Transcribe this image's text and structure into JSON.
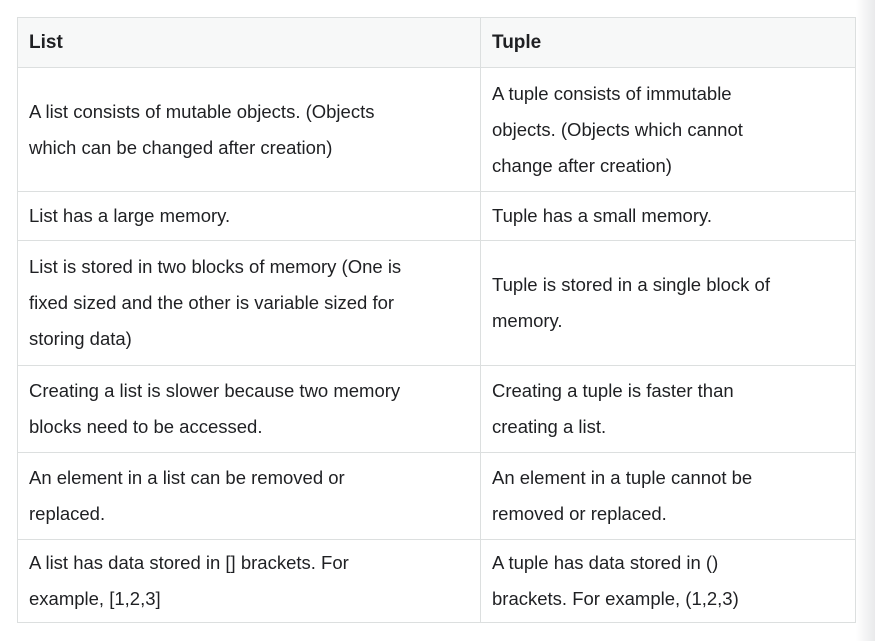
{
  "page": {
    "background": "#ffffff",
    "edge_shadow_color": "#e9eaeb"
  },
  "table": {
    "header_bg": "#f7f8f8",
    "border_color": "#dcdfdf",
    "text_color": "#1f2023",
    "headers": [
      "List",
      "Tuple"
    ],
    "rows": [
      {
        "list": "A list consists of mutable objects. (Objects\nwhich can be changed after creation)",
        "tuple": "A tuple consists of immutable\nobjects. (Objects which cannot\nchange after creation)"
      },
      {
        "list": "List has a large memory.",
        "tuple": "Tuple has a small memory."
      },
      {
        "list": "List is stored in two blocks of memory (One is\nfixed sized and the other is variable sized for\nstoring data)",
        "tuple": "Tuple is stored in a single block of\nmemory."
      },
      {
        "list": "Creating a list is slower because two memory\nblocks need to be accessed.",
        "tuple": "Creating a tuple is faster than\ncreating a list."
      },
      {
        "list": "An element in a list can be removed or\nreplaced.",
        "tuple": "An element in a tuple cannot be\nremoved or replaced."
      },
      {
        "list": "A list has data stored in [] brackets. For\nexample, [1,2,3]",
        "tuple": "A tuple has data stored in ()\nbrackets. For example, (1,2,3)"
      }
    ]
  }
}
